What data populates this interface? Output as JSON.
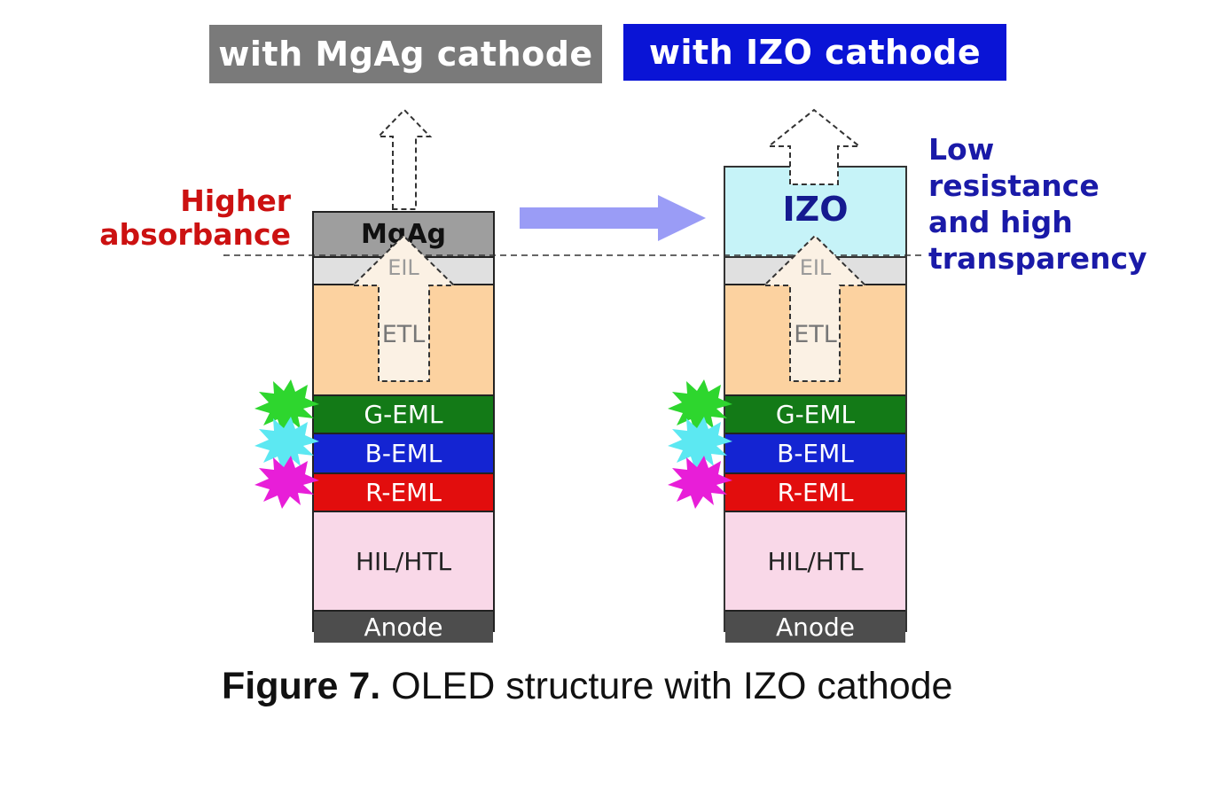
{
  "headers": {
    "left": "with MgAg cathode",
    "right": "with IZO cathode"
  },
  "notes": {
    "left_line1": "Higher",
    "left_line2": "absorbance",
    "right_line1": "Low",
    "right_line2": "resistance",
    "right_line3": "and high",
    "right_line4": "transparency"
  },
  "left_stack": {
    "cathode": "MgAg",
    "eil": "EIL",
    "etl": "ETL",
    "g_eml": "G-EML",
    "b_eml": "B-EML",
    "r_eml": "R-EML",
    "hil_htl": "HIL/HTL",
    "anode": "Anode"
  },
  "right_stack": {
    "cathode": "IZO",
    "eil": "EIL",
    "etl": "ETL",
    "g_eml": "G-EML",
    "b_eml": "B-EML",
    "r_eml": "R-EML",
    "hil_htl": "HIL/HTL",
    "anode": "Anode"
  },
  "caption": {
    "bold": "Figure 7.",
    "rest": " OLED structure with IZO cathode"
  },
  "colors": {
    "header_left": "#7a7a7a",
    "header_right": "#0a14d6",
    "mgag": "#9e9e9e",
    "izo": "#c6f3f8",
    "eil": "#e0e0e0",
    "etl": "#fcd2a0",
    "g_eml": "#137a17",
    "b_eml": "#1424d2",
    "r_eml": "#e20d0d",
    "hil_htl": "#f9d8e8",
    "anode": "#4d4d4d",
    "transition_arrow": "#9a9cf6",
    "green_burst": "#2ed62e",
    "cyan_burst": "#5ce8f2",
    "magenta_burst": "#e81ed8"
  }
}
